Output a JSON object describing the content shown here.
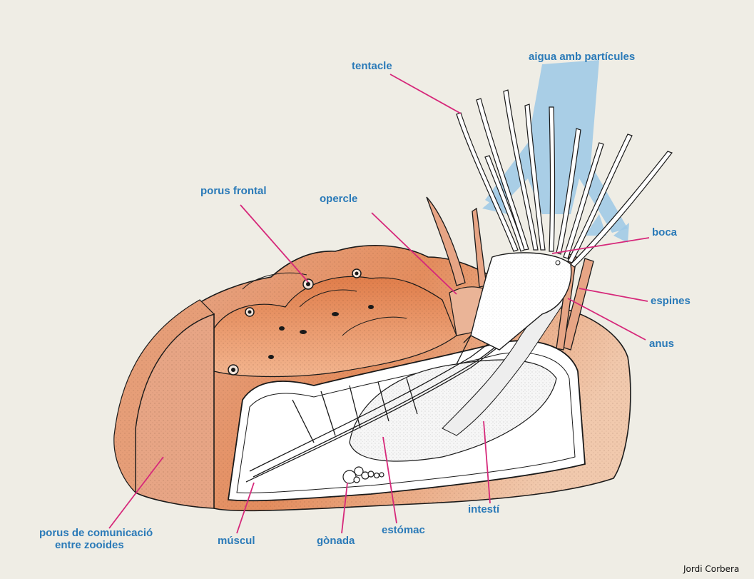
{
  "labels": {
    "tentacle": "tentacle",
    "water": "aigua amb partícules",
    "porus_frontal": "porus frontal",
    "opercle": "opercle",
    "boca": "boca",
    "espines": "espines",
    "anus": "anus",
    "porus_comunicacio_1": "porus de comunicació",
    "porus_comunicacio_2": "entre zooides",
    "muscul": "múscul",
    "gonada": "gònada",
    "estomac": "estómac",
    "intesti": "intestí"
  },
  "credit": "Jordi Corbera",
  "colors": {
    "background": "#efede5",
    "label": "#2a7ab8",
    "leader_line": "#d6287a",
    "body_fill": "#e9a27e",
    "water_arrow": "#9cc8e6",
    "outline": "#1a1a1a"
  }
}
